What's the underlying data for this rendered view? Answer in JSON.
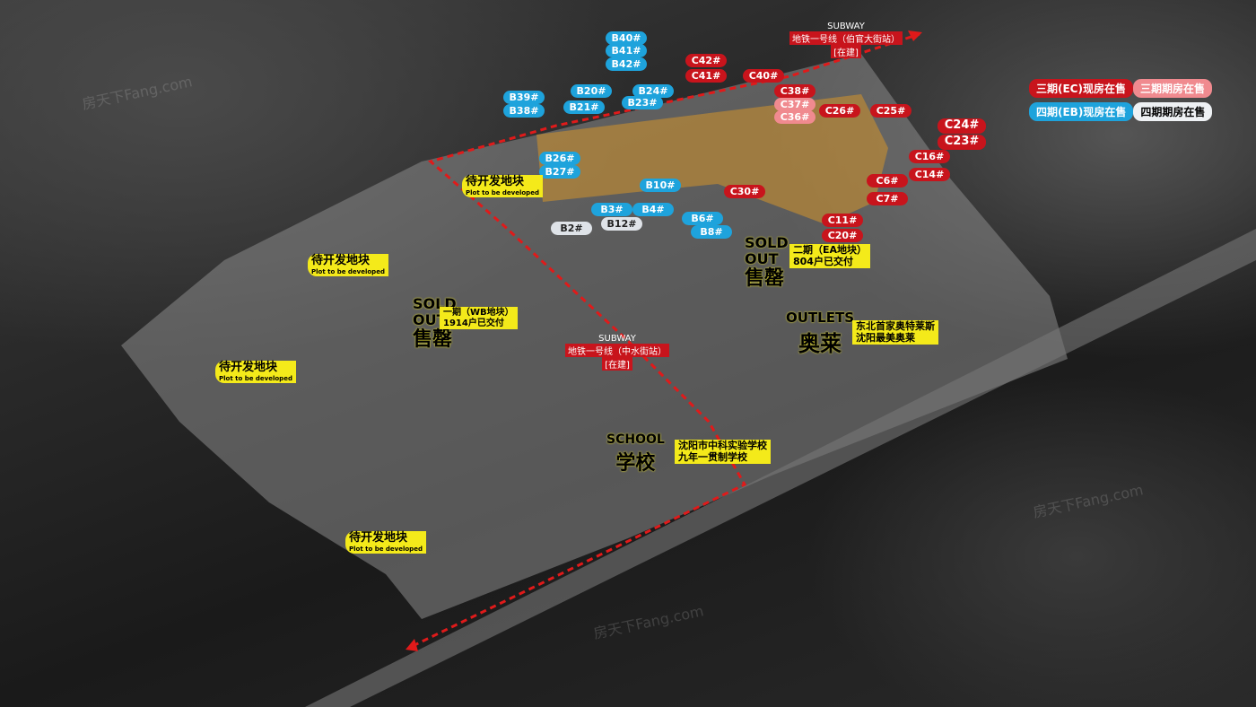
{
  "legend": {
    "phase3_current": "三期(EC)现房在售",
    "phase3_future": "三期期房在售",
    "phase4_current": "四期(EB)现房在售",
    "phase4_future": "四期期房在售",
    "colors": {
      "phase3": "#c8141c",
      "phase3_light": "#f08a8f",
      "phase4": "#1ea3dc"
    }
  },
  "blue_labels": [
    "B40#",
    "B41#",
    "B42#",
    "B39#",
    "B38#",
    "B20#",
    "B21#",
    "B24#",
    "B23#",
    "B26#",
    "B27#",
    "B10#",
    "B3#",
    "B4#",
    "B6#",
    "B8#"
  ],
  "white_labels": [
    "B2#",
    "B12#"
  ],
  "red_labels": [
    "C42#",
    "C41#",
    "C40#",
    "C38#",
    "C26#",
    "C25#",
    "C24#",
    "C23#",
    "C16#",
    "C14#",
    "C6#",
    "C7#",
    "C30#",
    "C11#",
    "C20#"
  ],
  "pink_labels": [
    "C37#",
    "C36#"
  ],
  "subway_north": {
    "en": "SUBWAY",
    "cn": "地铁一号线（伯官大街站）",
    "status": "[在建]"
  },
  "subway_mid": {
    "en": "SUBWAY",
    "cn": "地铁一号线（中水街站）",
    "status": "[在建]"
  },
  "plot": {
    "cn": "待开发地块",
    "en": "Plot to be developed"
  },
  "phase1": {
    "sold_en1": "SOLD",
    "sold_en2": "OUT",
    "sold_cn": "售罄",
    "name": "一期（WB地块）",
    "delivered": "1914户已交付"
  },
  "phase2": {
    "sold_en1": "SOLD",
    "sold_en2": "OUT",
    "sold_cn": "售罄",
    "name": "二期（EA地块）",
    "delivered": "804户已交付"
  },
  "outlets": {
    "en": "OUTLETS",
    "cn": "奥莱",
    "line1": "东北首家奥特莱斯",
    "line2": "沈阳最美奥莱"
  },
  "school": {
    "en": "SCHOOL",
    "cn": "学校",
    "line1": "沈阳市中科实验学校",
    "line2": "九年一贯制学校"
  },
  "watermark": "房天下Fang.com"
}
